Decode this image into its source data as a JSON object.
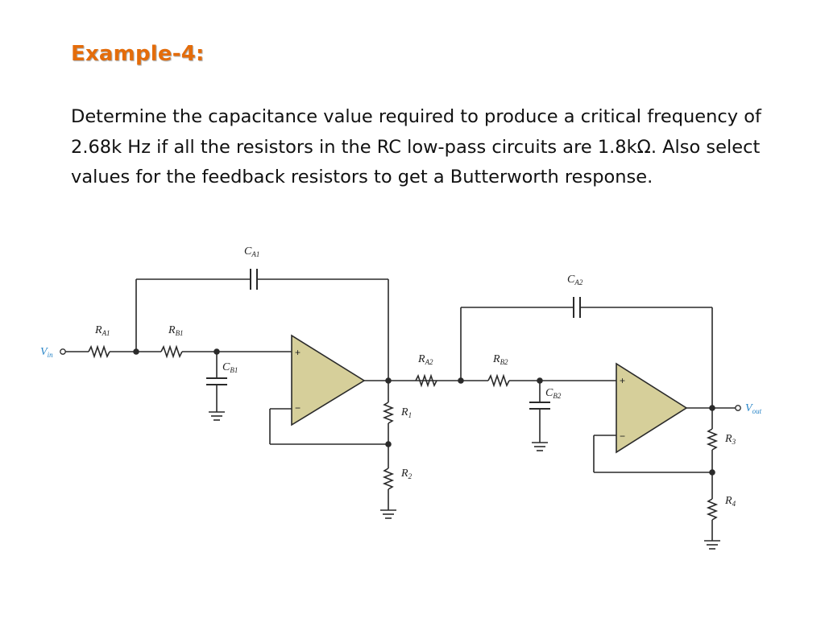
{
  "slide": {
    "title": "Example-4:",
    "body": "Determine the capacitance value required to produce a critical frequency of 2.68k Hz if all the resistors in the RC low-pass circuits are 1.8kΩ. Also select values for the feedback resistors to get a Butterworth response."
  },
  "circuit": {
    "labels": {
      "vin": "V",
      "vin_sub": "in",
      "vout": "V",
      "vout_sub": "out",
      "ra1": "R",
      "ra1_sub": "A1",
      "rb1": "R",
      "rb1_sub": "B1",
      "ca1": "C",
      "ca1_sub": "A1",
      "cb1": "C",
      "cb1_sub": "B1",
      "ra2": "R",
      "ra2_sub": "A2",
      "rb2": "R",
      "rb2_sub": "B2",
      "ca2": "C",
      "ca2_sub": "A2",
      "cb2": "C",
      "cb2_sub": "B2",
      "r1": "R",
      "r1_sub": "1",
      "r2": "R",
      "r2_sub": "2",
      "r3": "R",
      "r3_sub": "3",
      "r4": "R",
      "r4_sub": "4",
      "plus": "+",
      "minus": "−"
    },
    "colors": {
      "opamp_fill": "#d6cf9a",
      "wire": "#2a2a2a",
      "io_label": "#2a86c8",
      "title": "#e46c0a"
    }
  }
}
